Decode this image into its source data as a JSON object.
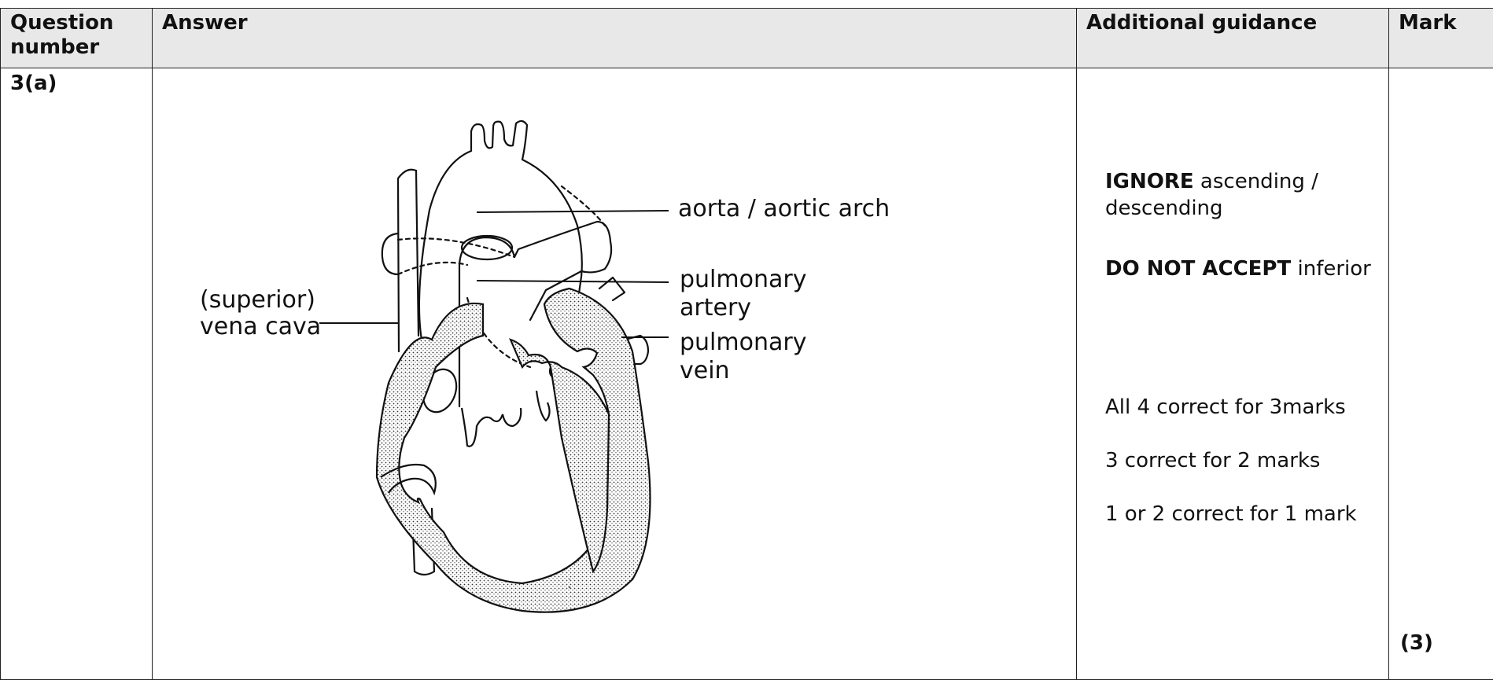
{
  "headers": {
    "question": "Question number",
    "answer": "Answer",
    "guidance": "Additional guidance",
    "mark": "Mark"
  },
  "row": {
    "question_number": "3(a)",
    "labels": {
      "aorta": "aorta / aortic arch",
      "pulmonary_artery_1": "pulmonary",
      "pulmonary_artery_2": "artery",
      "pulmonary_vein_1": "pulmonary",
      "pulmonary_vein_2": "vein",
      "vena_cava_1": "(superior)",
      "vena_cava_2": "vena cava"
    },
    "guidance": {
      "ignore_kw": "IGNORE",
      "ignore_text": " ascending / descending",
      "dna_kw": "DO NOT ACCEPT",
      "dna_text": " inferior",
      "rule1": "All 4 correct for 3marks",
      "rule2": "3 correct for 2 marks",
      "rule3": "1 or 2 correct for 1 mark"
    },
    "mark": "(3)"
  }
}
